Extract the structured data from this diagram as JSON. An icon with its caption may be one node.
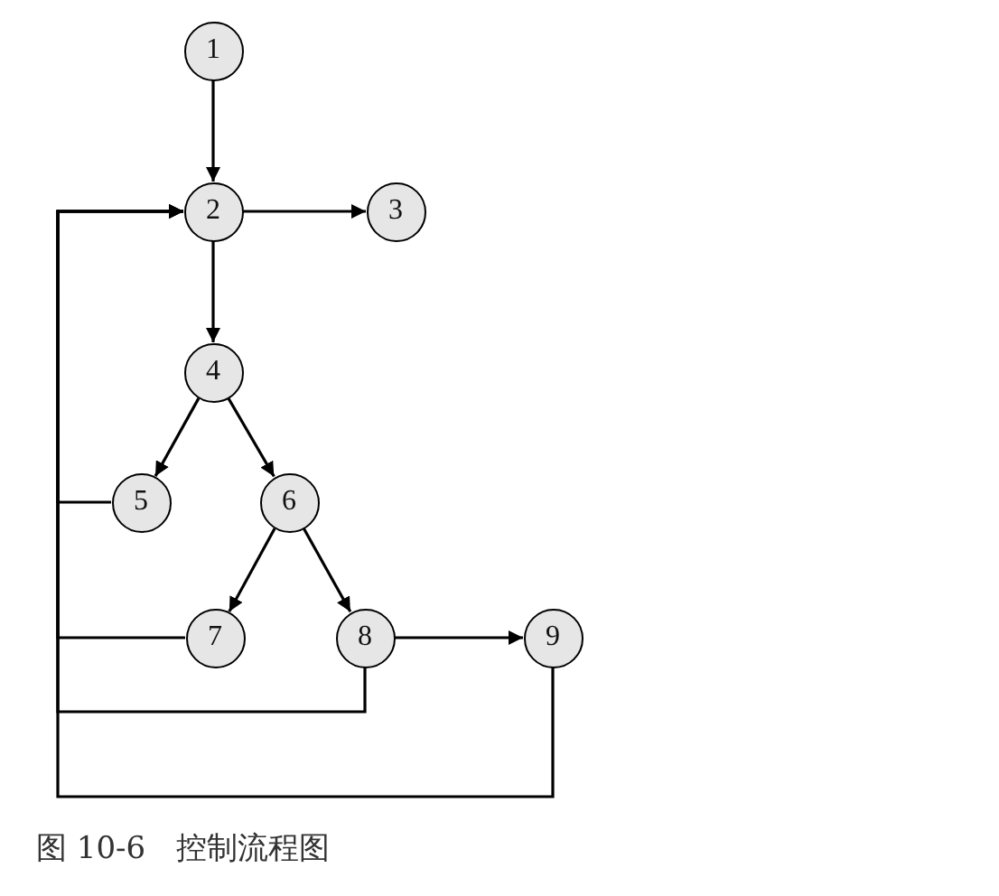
{
  "diagram": {
    "caption": "图 10-6　控制流程图",
    "nodes": [
      {
        "text": [
          "1"
        ]
      },
      {
        "text": [
          "2"
        ]
      },
      {
        "text": [
          "3"
        ]
      },
      {
        "text": [
          "4"
        ]
      },
      {
        "text": [
          "5"
        ]
      },
      {
        "text": [
          "6"
        ]
      },
      {
        "text": [
          "7"
        ]
      },
      {
        "text": [
          "8"
        ]
      },
      {
        "text": [
          "9"
        ]
      }
    ],
    "edges": [
      {
        "from": 0,
        "to": 1,
        "arrow": "to"
      },
      {
        "from": 1,
        "to": 2,
        "arrow": "to"
      },
      {
        "from": 1,
        "to": 3,
        "arrow": "to"
      },
      {
        "from": 3,
        "to": 4,
        "arrow": "to"
      },
      {
        "from": 3,
        "to": 5,
        "arrow": "to"
      },
      {
        "from": 5,
        "to": 6,
        "arrow": "to"
      },
      {
        "from": 5,
        "to": 7,
        "arrow": "to"
      },
      {
        "from": 7,
        "to": 8,
        "arrow": "to"
      },
      {
        "from": 4,
        "to": 1,
        "arrow": "to"
      },
      {
        "from": 6,
        "to": 1,
        "arrow": "to"
      },
      {
        "from": 7,
        "to": 1,
        "arrow": "to"
      },
      {
        "from": 8,
        "to": 1,
        "arrow": "to"
      }
    ]
  }
}
